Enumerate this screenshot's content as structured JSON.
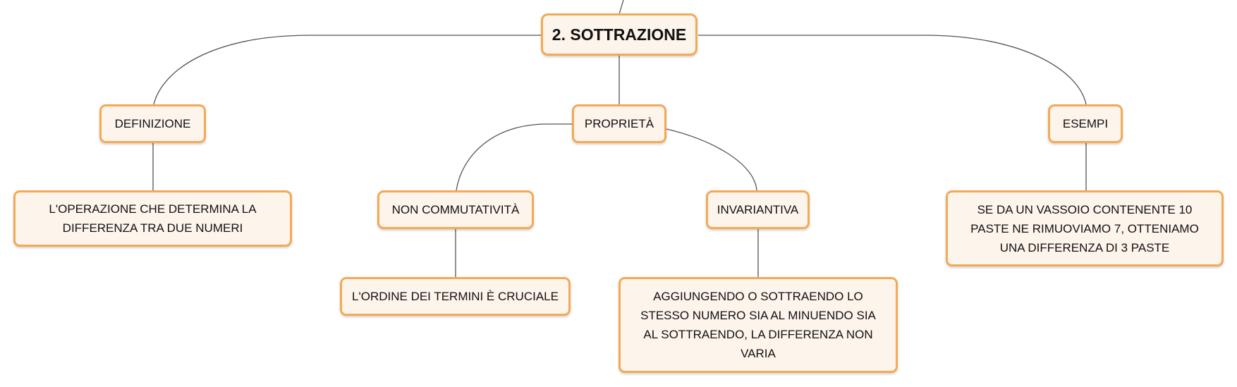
{
  "diagram": {
    "root": "2. SOTTRAZIONE",
    "definizione": {
      "label": "DEFINIZIONE",
      "detail": "L'OPERAZIONE CHE DETERMINA LA DIFFERENZA TRA DUE NUMERI"
    },
    "proprieta": {
      "label": "PROPRIETÀ",
      "non_commutativita": {
        "label": "NON COMMUTATIVITÀ",
        "detail": "L'ORDINE DEI TERMINI È CRUCIALE"
      },
      "invariantiva": {
        "label": "INVARIANTIVA",
        "detail": "AGGIUNGENDO O SOTTRAENDO LO STESSO NUMERO SIA AL MINUENDO SIA AL SOTTRAENDO, LA DIFFERENZA NON VARIA"
      }
    },
    "esempi": {
      "label": "ESEMPI",
      "detail": "SE DA UN VASSOIO CONTENENTE 10 PASTE NE RIMUOVIAMO 7, OTTENIAMO UNA DIFFERENZA DI 3 PASTE"
    }
  },
  "colors": {
    "node_border": "#f3aa55",
    "node_fill": "#fdf4ec",
    "connector": "#555555"
  }
}
